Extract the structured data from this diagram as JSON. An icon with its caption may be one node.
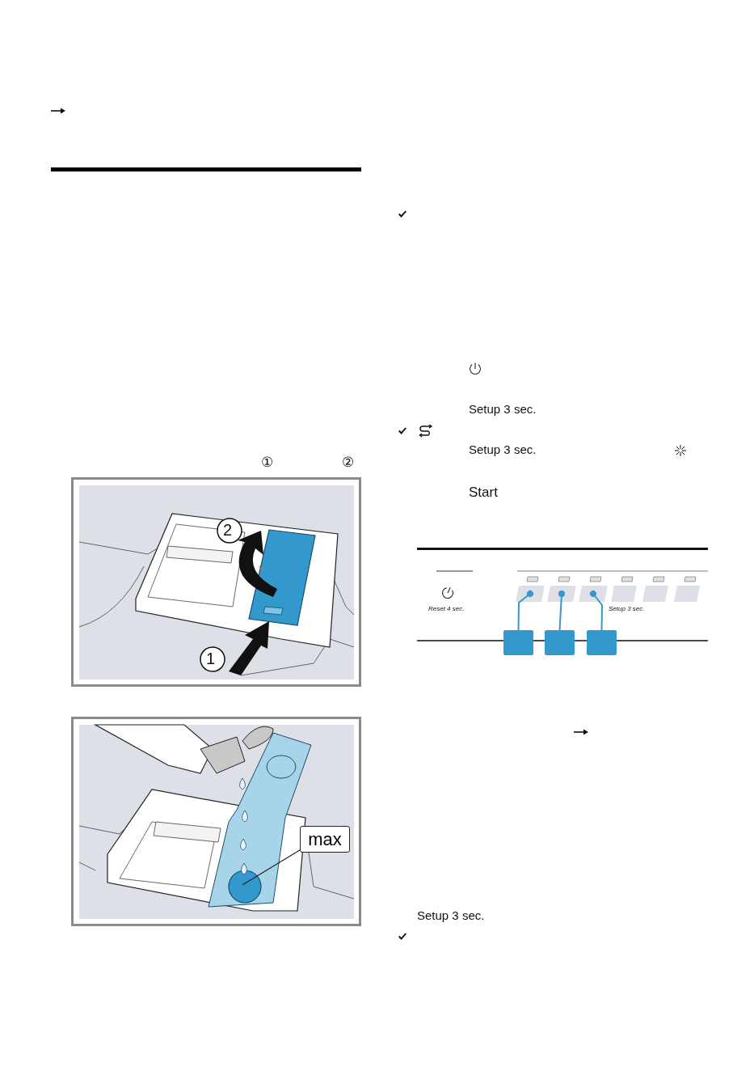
{
  "diagram": {
    "nodes": [
      {
        "text": [
          "max"
        ]
      },
      {
        "text": [],
        "shape": "box"
      },
      {
        "text": [],
        "shape": "box"
      },
      {
        "text": [],
        "shape": "box"
      },
      {
        "text": [],
        "shape": "box"
      },
      {
        "text": [],
        "shape": "box"
      },
      {
        "text": [],
        "shape": "box"
      }
    ],
    "edges": [
      {
        "from": 0,
        "to": null,
        "arrow": "none",
        "color": "#222222"
      },
      {
        "from": 4,
        "to": 1,
        "arrow": "other"
      },
      {
        "from": 5,
        "to": 2,
        "arrow": "other"
      },
      {
        "from": 6,
        "to": 3,
        "arrow": "other"
      }
    ],
    "labels": [
      "①",
      "②",
      "2",
      "1",
      "Setup 3 sec.",
      "Setup 3 sec.",
      "Start",
      "Reset 4 sec.",
      "Setup 3 sec.",
      "Setup 3 sec."
    ]
  }
}
